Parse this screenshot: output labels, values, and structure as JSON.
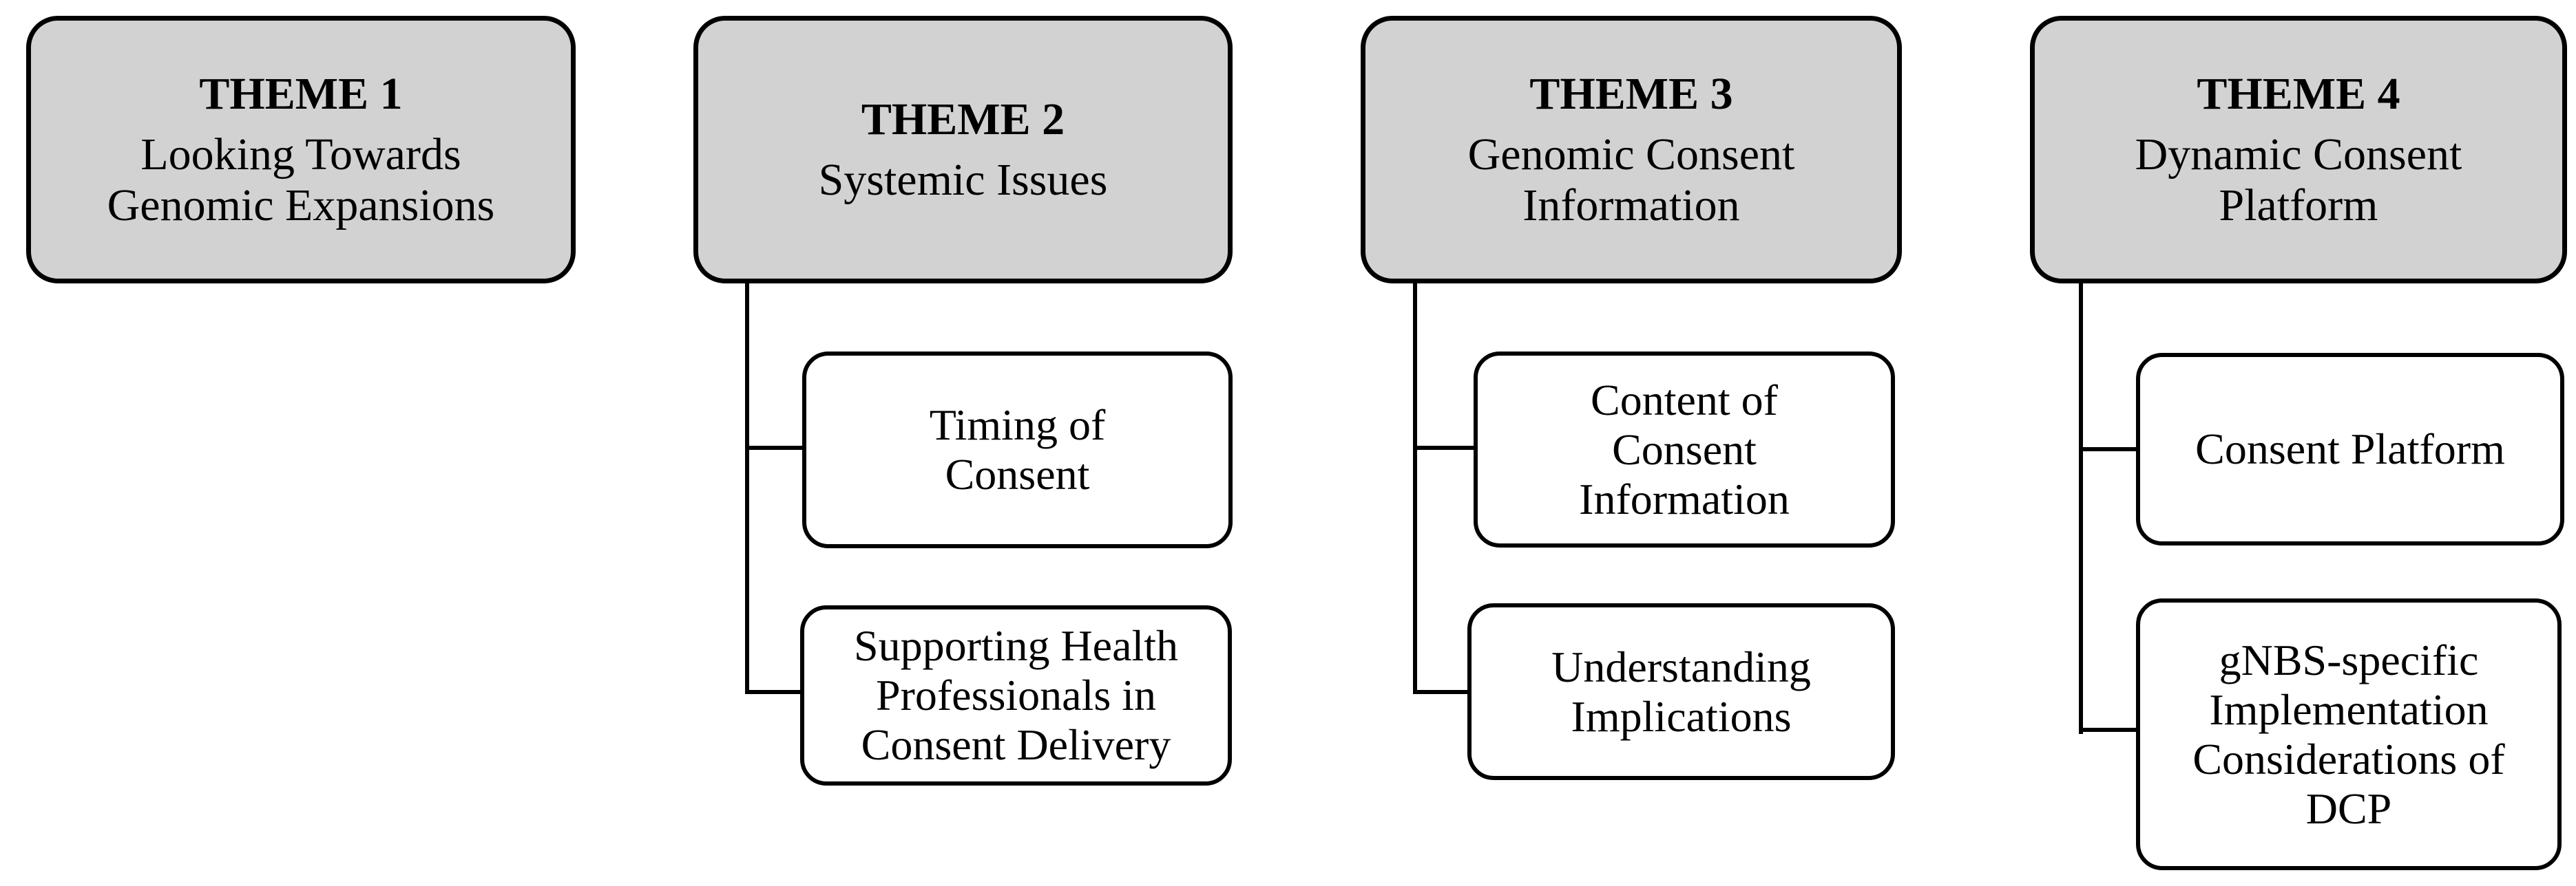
{
  "themes": [
    {
      "title": "THEME 1",
      "subtitle": "Looking Towards Genomic Expansions",
      "children": []
    },
    {
      "title": "THEME 2",
      "subtitle": "Systemic Issues",
      "children": [
        {
          "label": "Timing of Consent"
        },
        {
          "label": "Supporting Health Professionals in Consent Delivery"
        }
      ]
    },
    {
      "title": "THEME 3",
      "subtitle": "Genomic Consent Information",
      "children": [
        {
          "label": "Content of Consent Information"
        },
        {
          "label": "Understanding Implications"
        }
      ]
    },
    {
      "title": "THEME 4",
      "subtitle": "Dynamic Consent Platform",
      "children": [
        {
          "label": "Consent Platform"
        },
        {
          "label": "gNBS-specific Implementation Considerations of DCP"
        }
      ]
    }
  ],
  "colors": {
    "theme_fill": "#d2d2d2",
    "subtheme_fill": "#ffffff",
    "border": "#000000",
    "text": "#000000",
    "background": "#ffffff"
  }
}
